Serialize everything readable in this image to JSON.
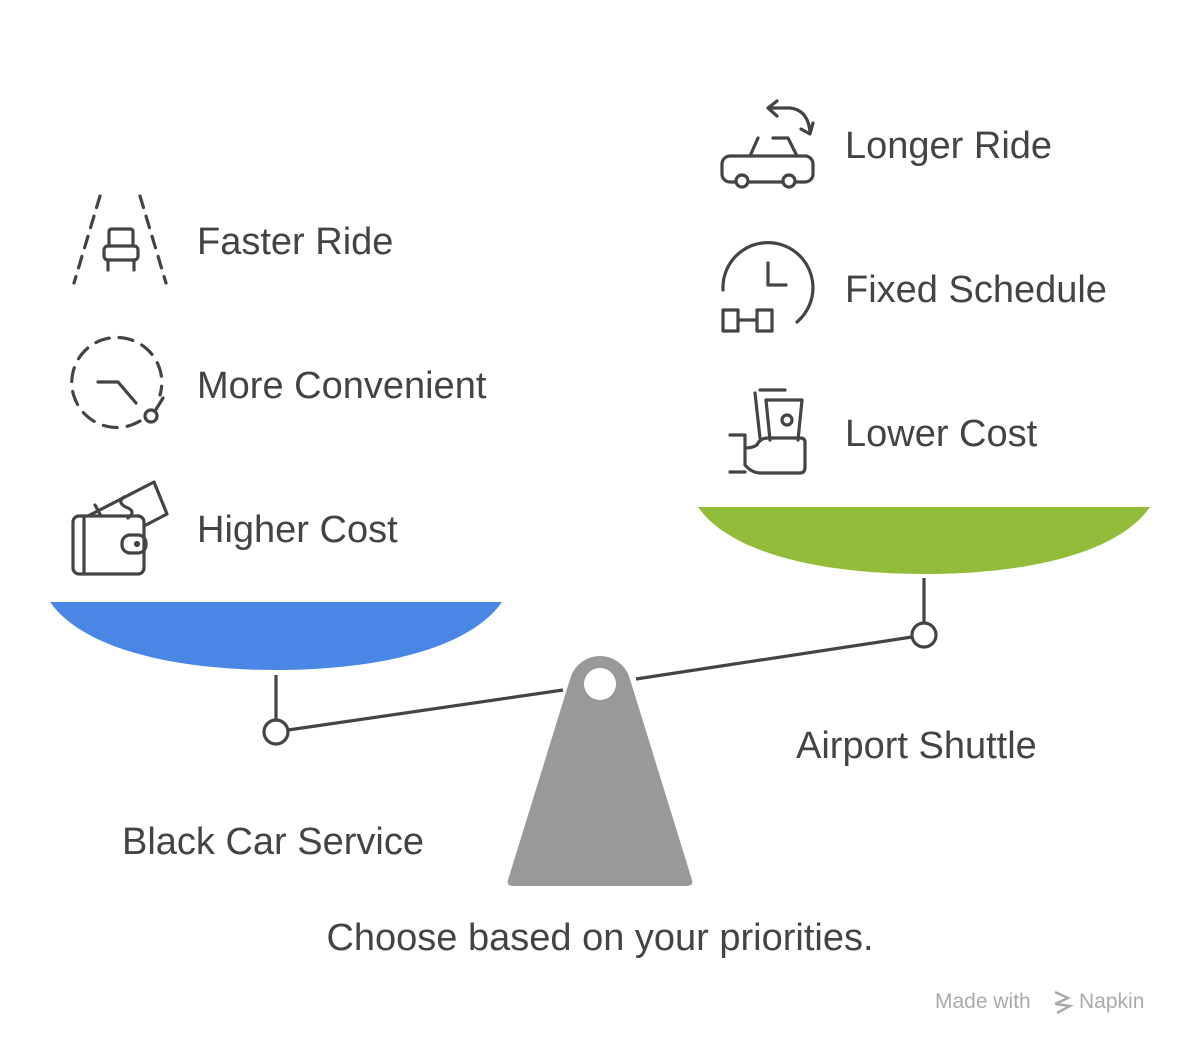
{
  "left_option": {
    "name": "Black Car Service",
    "color": "#4A86E4",
    "items": [
      {
        "label": "Faster Ride",
        "icon": "road-car-icon"
      },
      {
        "label": "More Convenient",
        "icon": "dashed-clock-icon"
      },
      {
        "label": "Higher Cost",
        "icon": "wallet-money-icon"
      }
    ]
  },
  "right_option": {
    "name": "Airport Shuttle",
    "color": "#92BC3A",
    "items": [
      {
        "label": "Longer Ride",
        "icon": "car-detour-icon"
      },
      {
        "label": "Fixed Schedule",
        "icon": "clock-schedule-icon"
      },
      {
        "label": "Lower Cost",
        "icon": "hand-cash-icon"
      }
    ]
  },
  "caption": "Choose based on your priorities.",
  "watermark": {
    "prefix": "Made with",
    "brand": "Napkin"
  },
  "fulcrum_color": "#999999"
}
